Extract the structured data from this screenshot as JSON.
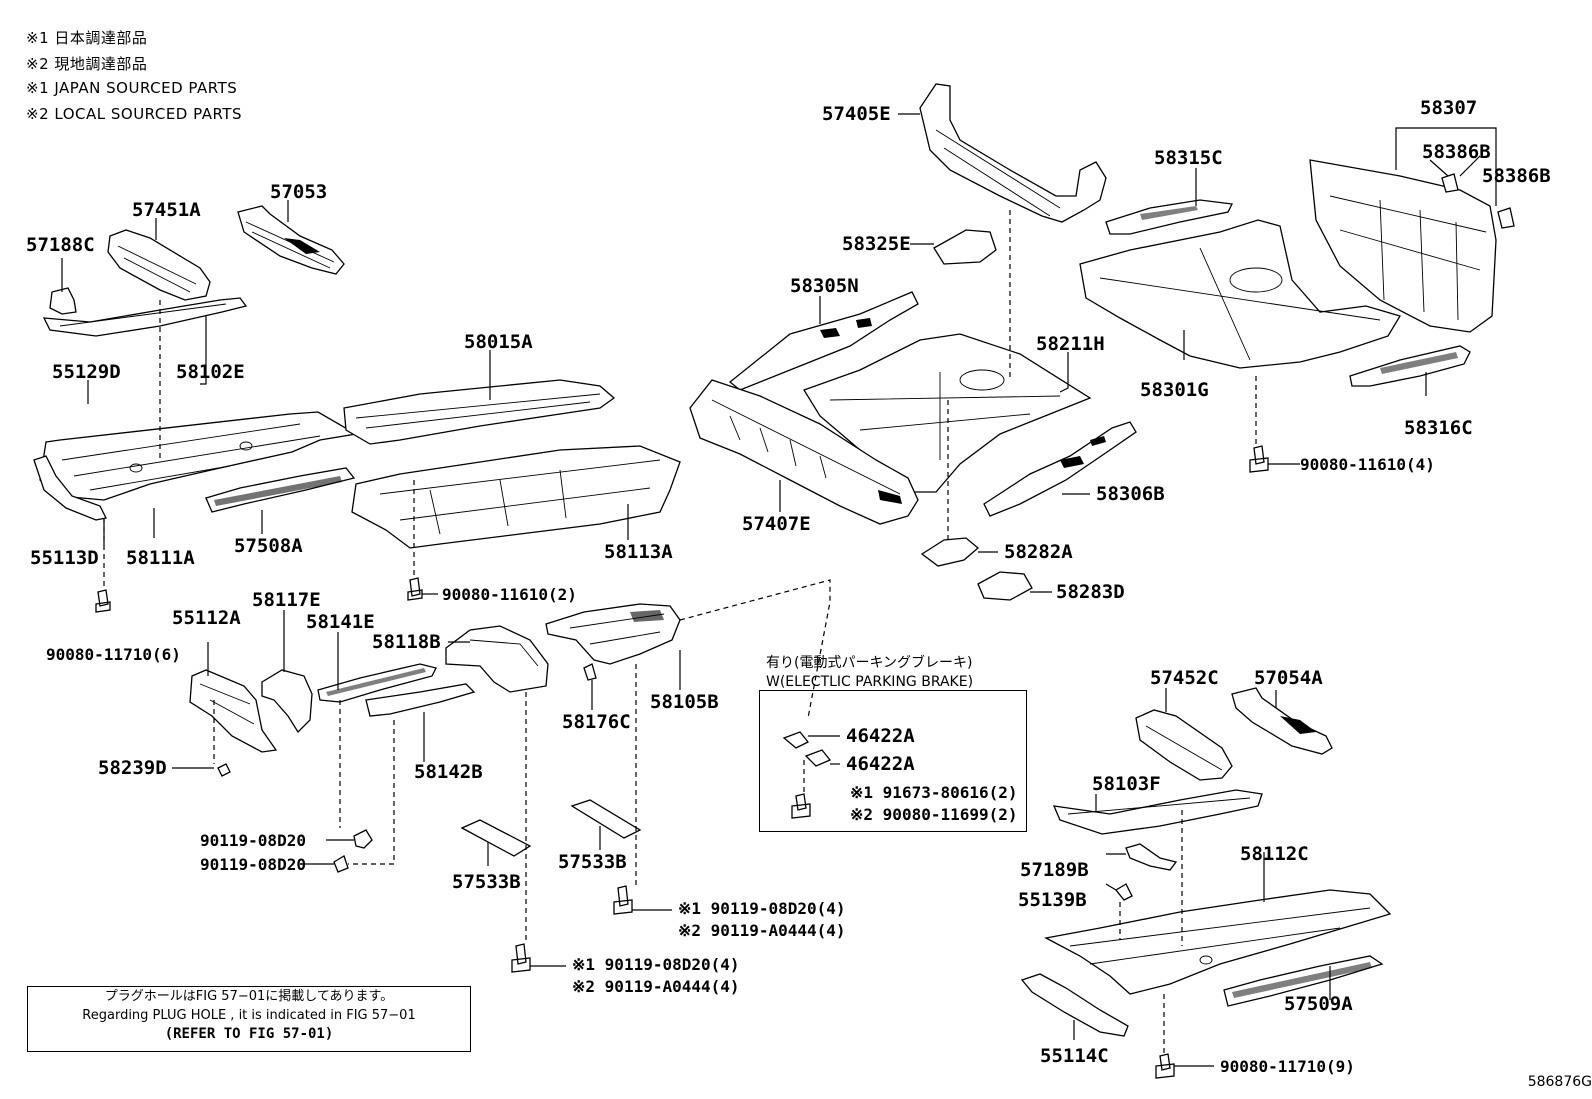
{
  "notes": [
    "※1 日本調達部品",
    "※2 現地調達部品",
    "※1 JAPAN SOURCED PARTS",
    "※2 LOCAL SOURCED PARTS"
  ],
  "parts": {
    "p57188C": "57188C",
    "p57451A": "57451A",
    "p57053": "57053",
    "p58102E": "58102E",
    "p55129D": "55129D",
    "p58015A": "58015A",
    "p55113D": "55113D",
    "p58111A": "58111A",
    "p57508A": "57508A",
    "p58113A": "58113A",
    "p90080_11610_2": "90080-11610(2)",
    "p90080_11710_6": "90080-11710(6)",
    "p55112A": "55112A",
    "p58117E": "58117E",
    "p58141E": "58141E",
    "p58118B": "58118B",
    "p58105B": "58105B",
    "p58176C": "58176C",
    "p58239D": "58239D",
    "p58142B": "58142B",
    "p90119_08D20_a": "90119-08D20",
    "p90119_08D20_b": "90119-08D20",
    "p57533B_a": "57533B",
    "p57533B_b": "57533B",
    "p57405E": "57405E",
    "p58325E": "58325E",
    "p58305N": "58305N",
    "p58211H": "58211H",
    "p57407E": "57407E",
    "p58306B": "58306B",
    "p58282A": "58282A",
    "p58283D": "58283D",
    "p58315C": "58315C",
    "p58307": "58307",
    "p58386B_a": "58386B",
    "p58386B_b": "58386B",
    "p58301G": "58301G",
    "p58316C": "58316C",
    "p90080_11610_4": "90080-11610(4)",
    "p46422A_a": "46422A",
    "p46422A_b": "46422A",
    "p57452C": "57452C",
    "p57054A": "57054A",
    "p58103F": "58103F",
    "p58112C": "58112C",
    "p57189B": "57189B",
    "p55139B": "55139B",
    "p57509A": "57509A",
    "p55114C": "55114C",
    "p90080_11710_9": "90080-11710(9)"
  },
  "multi": {
    "epb_a1": "※1 91673-80616(2)",
    "epb_a2": "※2 90080-11699(2)",
    "b1_1": "※1 90119-08D20(4)",
    "b1_2": "※2 90119-A0444(4)",
    "b2_1": "※1 90119-08D20(4)",
    "b2_2": "※2 90119-A0444(4)"
  },
  "epb": {
    "caption_jp": "有り(電動式パーキングブレーキ)",
    "caption_en": "W(ELECTLIC PARKING BRAKE)"
  },
  "ref": {
    "jp": "プラグホールはFIG 57−01に掲載してあります。",
    "en": "Regarding  PLUG  HOLE , it is indicated in FIG  57−01",
    "bold": "(REFER TO FIG 57-01)"
  },
  "figure_code": "586876G"
}
